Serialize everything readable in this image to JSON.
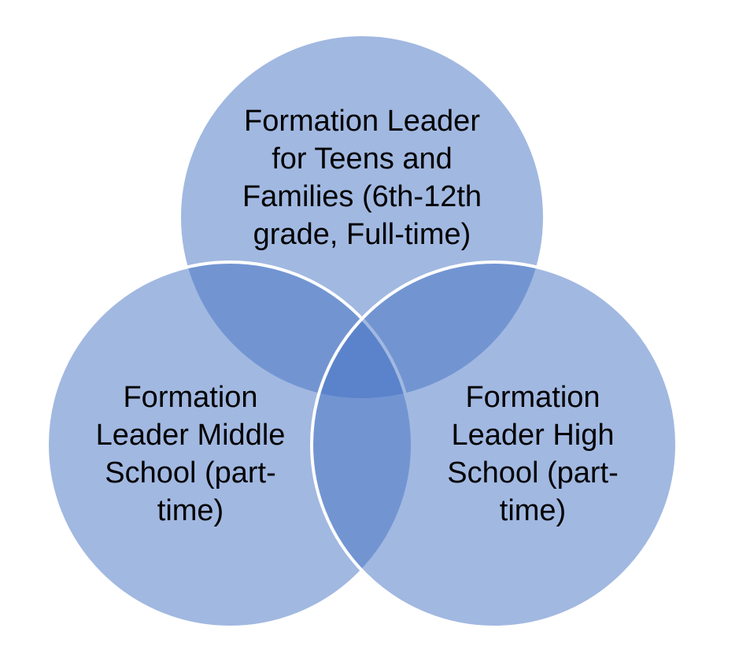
{
  "diagram": {
    "type": "venn",
    "colors": {
      "fill": "#4472c4",
      "stroke": "#ffffff"
    },
    "circles": [
      {
        "id": "top",
        "lines": [
          "Formation Leader",
          "for Teens and",
          "Families (6th-12th",
          "grade, Full-time)"
        ]
      },
      {
        "id": "left",
        "lines": [
          "Formation",
          "Leader Middle",
          "School (part-",
          "time)"
        ]
      },
      {
        "id": "right",
        "lines": [
          "Formation",
          "Leader High",
          "School (part-",
          "time)"
        ]
      }
    ]
  }
}
